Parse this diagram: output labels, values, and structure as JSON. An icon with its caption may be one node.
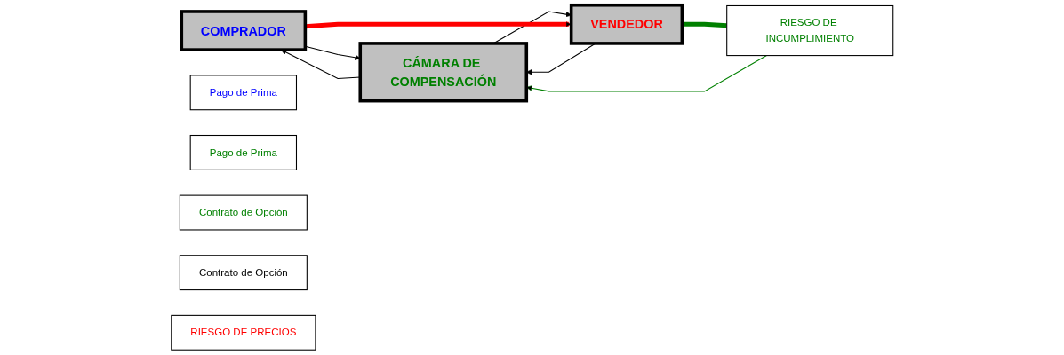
{
  "diagram": {
    "nodes": [
      {
        "text": [
          "RIESGO DE INCUMPLIMIENTO"
        ]
      },
      {
        "text": [
          "Pago de Prima"
        ]
      },
      {
        "text": [
          "Pago de Prima"
        ]
      },
      {
        "text": [
          "COMPRADOR"
        ]
      },
      {
        "text": [
          "CÁMARA DE COMPENSACIÓN"
        ]
      },
      {
        "text": [
          "VENDEDOR"
        ]
      },
      {
        "text": [
          "Contrato de Opción"
        ]
      },
      {
        "text": [
          "Contrato de Opción"
        ]
      },
      {
        "text": [
          "RIESGO DE PRECIOS"
        ]
      }
    ],
    "edges": [
      {
        "from": 3,
        "to": 4,
        "arrow": "to"
      },
      {
        "from": 4,
        "to": 3,
        "arrow": "to"
      },
      {
        "from": 4,
        "to": 5,
        "arrow": "to"
      },
      {
        "from": 5,
        "to": 4,
        "arrow": "to"
      },
      {
        "from": 0,
        "to": 4,
        "arrow": "to",
        "color": "#008000"
      },
      {
        "from": 5,
        "to": 0,
        "arrow": "none",
        "style": "thick",
        "color": "#008000"
      },
      {
        "from": 3,
        "to": 5,
        "arrow": "to",
        "style": "thick",
        "color": "#ff0000"
      }
    ]
  }
}
